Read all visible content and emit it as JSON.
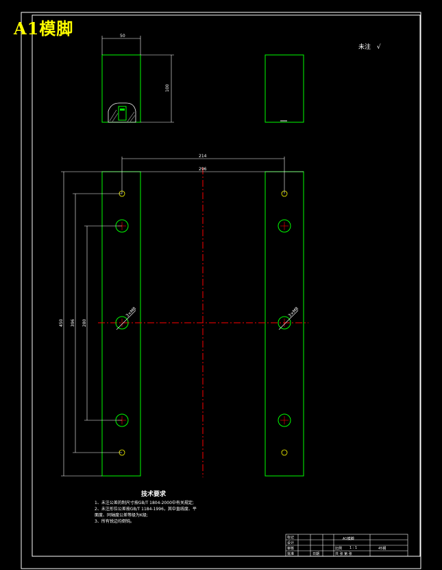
{
  "title": "A1模脚",
  "roughness": {
    "text": "未注",
    "symbol": "√"
  },
  "dims": {
    "top_width": "50",
    "top_height": "100",
    "width_214": "214",
    "width_296": "296",
    "h_450": "450",
    "h_396": "396",
    "h_280": "280",
    "hole_left": "3×M8",
    "hole_right": "3×M8"
  },
  "notes": {
    "heading": "技术要求",
    "items": [
      "1、未注公差的制尺寸按GB/T 1804-2000中有关规定;",
      "2、未注形位公差按GB/T 1184-1996，其中直线度、平",
      "   面度、同轴度公差等级为K级;",
      "3、所有锐边均倒钝。"
    ]
  },
  "titleblock": {
    "r1c1": "标记",
    "r2c1": "设计",
    "r3c1": "审核",
    "r4c1": "批准",
    "r4c2": "日期",
    "name": "A1模脚",
    "scale_label": "比例",
    "scale": "1 : 1",
    "material": "45钢",
    "sheet": "共  张  第  张"
  }
}
